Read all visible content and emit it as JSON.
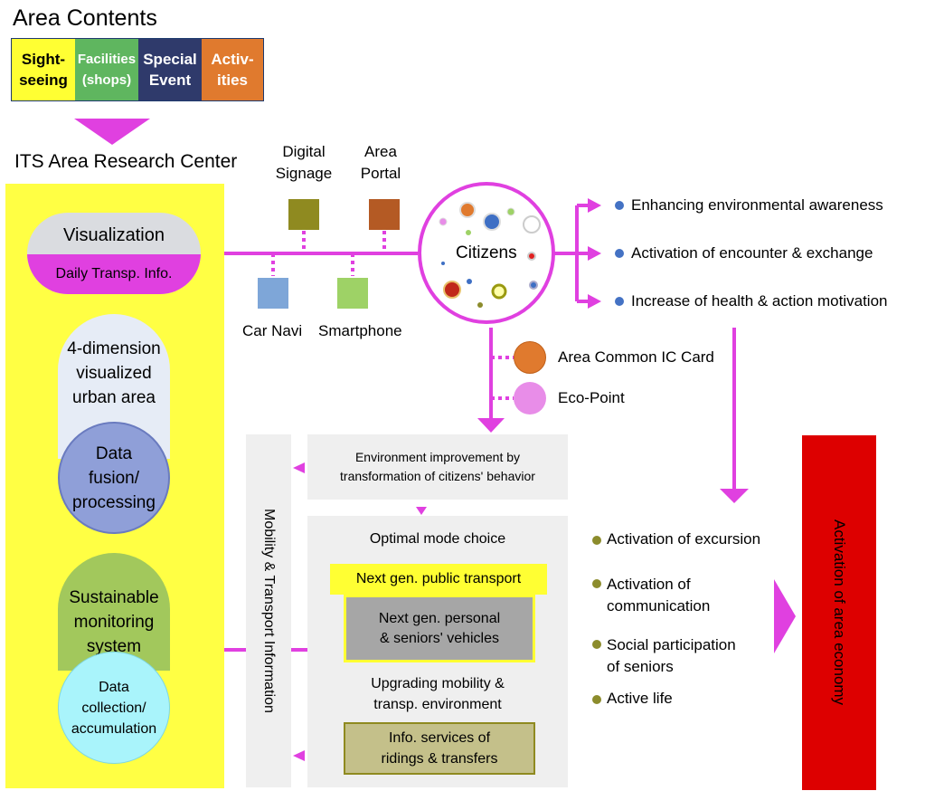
{
  "area_contents": {
    "title": "Area Contents",
    "cells": [
      {
        "label": "Sight-\nseeing",
        "color": "#ffff33"
      },
      {
        "label": "Facilities\n(shops)",
        "color": "#5fb65f"
      },
      {
        "label": "Special\nEvent",
        "color": "#2f3a6b"
      },
      {
        "label": "Activ-\nities",
        "color": "#e07a2e"
      }
    ]
  },
  "research_center": {
    "title": "ITS Area Research Center",
    "visualization": "Visualization",
    "daily_transp": "Daily Transp. Info.",
    "four_dim": "4-dimension\nvisualized\nurban area",
    "data_fusion": "Data\nfusion/\nprocessing",
    "sustainable": "Sustainable\nmonitoring\nsystem",
    "data_collection": "Data\ncollection/\naccumulation"
  },
  "devices": {
    "digital_signage": "Digital\nSignage",
    "area_portal": "Area\nPortal",
    "car_navi": "Car Navi",
    "smartphone": "Smartphone"
  },
  "citizens": {
    "label": "Citizens"
  },
  "outcomes": [
    "Enhancing environmental awareness",
    "Activation of encounter & exchange",
    "Increase of health & action motivation"
  ],
  "cards": {
    "ic_card": "Area Common IC Card",
    "eco_point": "Eco-Point"
  },
  "mobility_info": "Mobility & Transport Information",
  "environment_box": "Environment improvement by\ntransformation of citizens' behavior",
  "mode_box": {
    "optimal": "Optimal mode choice",
    "public_transport": "Next gen. public transport",
    "personal_vehicles": "Next gen. personal\n& seniors' vehicles",
    "upgrading": "Upgrading mobility &\ntransp. environment",
    "info_services": "Info. services of\nridings & transfers"
  },
  "activations": [
    "Activation of excursion",
    "Activation of\ncommunication",
    "Social participation\nof seniors",
    "Active life"
  ],
  "economy": "Activation of area economy",
  "colors": {
    "connector": "#e040e0",
    "yellow_panel": "#ffff44",
    "economy_red": "#dd0000",
    "gray_panel": "#efefef"
  }
}
